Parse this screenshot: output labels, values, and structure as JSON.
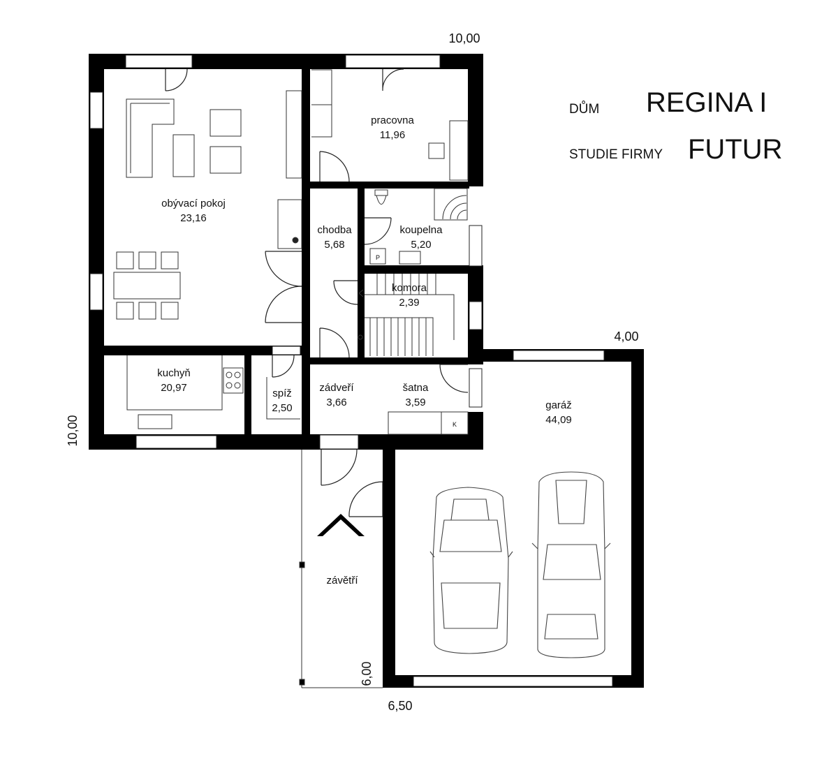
{
  "header": {
    "house_label": "DŮM",
    "house_name": "REGINA I",
    "studio_label": "STUDIE FIRMY",
    "studio_name": "FUTUR"
  },
  "dimensions": {
    "top_width": "10,00",
    "left_height": "10,00",
    "garage_width": "4,00",
    "bottom_width": "6,50",
    "bottom_height": "6,00"
  },
  "rooms": {
    "living": {
      "name": "obývací pokoj",
      "area": "23,16"
    },
    "study": {
      "name": "pracovna",
      "area": "11,96"
    },
    "hall": {
      "name": "chodba",
      "area": "5,68"
    },
    "bathroom": {
      "name": "koupelna",
      "area": "5,20"
    },
    "storage": {
      "name": "komora",
      "area": "2,39"
    },
    "kitchen": {
      "name": "kuchyň",
      "area": "20,97"
    },
    "pantry": {
      "name": "spíž",
      "area": "2,50"
    },
    "vestibule": {
      "name": "zádveří",
      "area": "3,66"
    },
    "wardrobe": {
      "name": "šatna",
      "area": "3,59"
    },
    "garage": {
      "name": "garáž",
      "area": "44,09"
    },
    "porch": {
      "name": "závětří"
    }
  },
  "fixtures": {
    "bathroom_p_label": "P",
    "wardrobe_k_label": "K"
  },
  "colors": {
    "wall": "#000000",
    "line": "#222222",
    "background": "#ffffff"
  }
}
